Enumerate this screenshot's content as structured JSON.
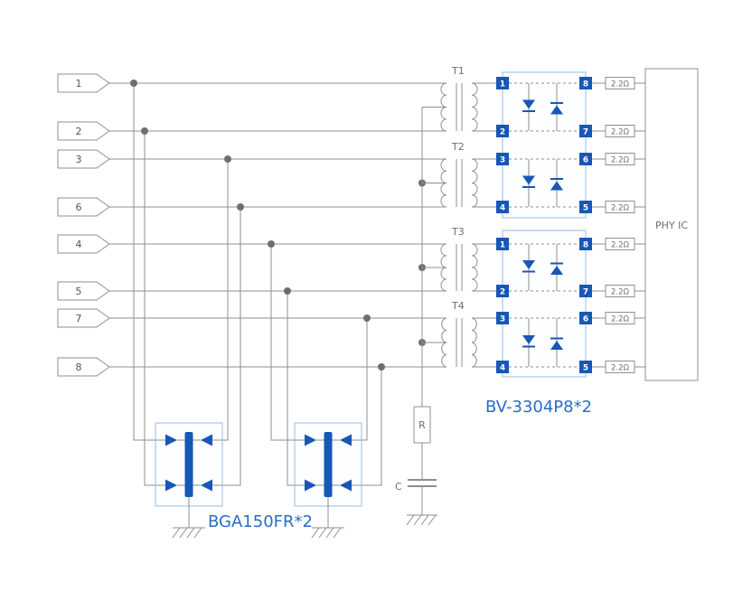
{
  "connectors": [
    {
      "label": "1"
    },
    {
      "label": "2"
    },
    {
      "label": "3"
    },
    {
      "label": "6"
    },
    {
      "label": "4"
    },
    {
      "label": "5"
    },
    {
      "label": "7"
    },
    {
      "label": "8"
    }
  ],
  "transformers": [
    {
      "label": "T1"
    },
    {
      "label": "T2"
    },
    {
      "label": "T3"
    },
    {
      "label": "T4"
    }
  ],
  "tvs_arrays": {
    "label": "BV-3304P8*2",
    "box1": {
      "left_pins": [
        "1",
        "2",
        "3",
        "4"
      ],
      "right_pins": [
        "8",
        "7",
        "6",
        "5"
      ]
    },
    "box2": {
      "left_pins": [
        "1",
        "2",
        "3",
        "4"
      ],
      "right_pins": [
        "8",
        "7",
        "6",
        "5"
      ]
    }
  },
  "series_resistors": {
    "label": "2.2Ω"
  },
  "phy": {
    "label": "PHY IC"
  },
  "protection": {
    "label": "BGA150FR*2"
  },
  "termination": {
    "resistor_label": "R",
    "capacitor_label": "C"
  },
  "colors": {
    "wire": "#8f8f8f",
    "dot": "#6e6e6e",
    "blue": "#1757b5",
    "boxblue": "#a9c6e8",
    "lblblue": "#2a6cc6",
    "textgray": "#6e6e6e"
  }
}
